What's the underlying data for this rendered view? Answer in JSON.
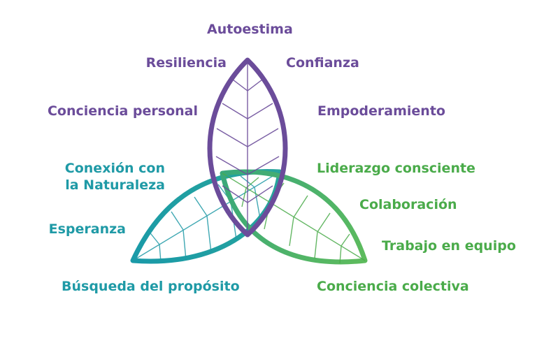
{
  "colors": {
    "purple": "#6b4c9a",
    "teal": "#1f9aa6",
    "green": "#4aab4a"
  },
  "purple_labels": {
    "top": "Autoestima",
    "left1": "Resiliencia",
    "left2": "Conciencia personal",
    "right1": "Confianza",
    "right2": "Empoderamiento"
  },
  "teal_labels": {
    "l1": "Conexión con",
    "l2": "la Naturaleza",
    "l3": "Esperanza",
    "l4": "Búsqueda del propósito"
  },
  "green_labels": {
    "r1": "Liderazgo consciente",
    "r2": "Colaboración",
    "r3": "Trabajo en equipo",
    "r4": "Conciencia colectiva"
  }
}
